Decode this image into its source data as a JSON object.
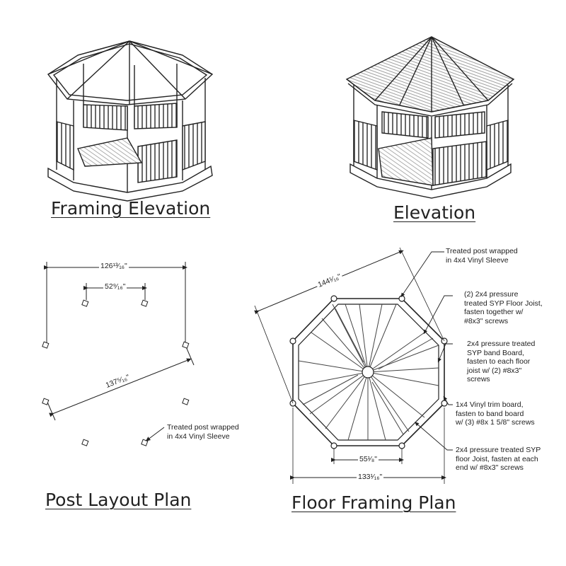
{
  "titles": {
    "framing_elevation": "Framing Elevation",
    "elevation": "Elevation",
    "post_layout": "Post Layout Plan",
    "floor_framing": "Floor Framing Plan"
  },
  "post_layout": {
    "dim_overall": "126¹³⁄₁₆\"",
    "dim_side": "52⁹⁄₁₆\"",
    "dim_diagonal": "137⁵⁄₁₆\"",
    "note_post": "Treated post wrapped\nin 4x4 Vinyl Sleeve"
  },
  "floor_framing": {
    "dim_top": "144¹⁄₁₆\"",
    "dim_side": "55¹⁄₈\"",
    "dim_bottom": "133¹⁄₁₆\"",
    "note_post": "Treated post wrapped\nin 4x4 Vinyl Sleeve",
    "note_joist_pair": "(2) 2x4 pressure\ntreated SYP Floor Joist,\nfasten together w/\n#8x3\" screws",
    "note_band": "2x4 pressure treated\nSYP band Board,\nfasten to each floor\njoist w/ (2) #8x3\"\nscrews",
    "note_trim": "1x4 Vinyl trim board,\nfasten to band board\nw/ (3) #8x 1 5/8\" screws",
    "note_joist": "2x4 pressure treated SYP\nfloor Joist, fasten at each\nend w/ #8x3\" screws"
  }
}
